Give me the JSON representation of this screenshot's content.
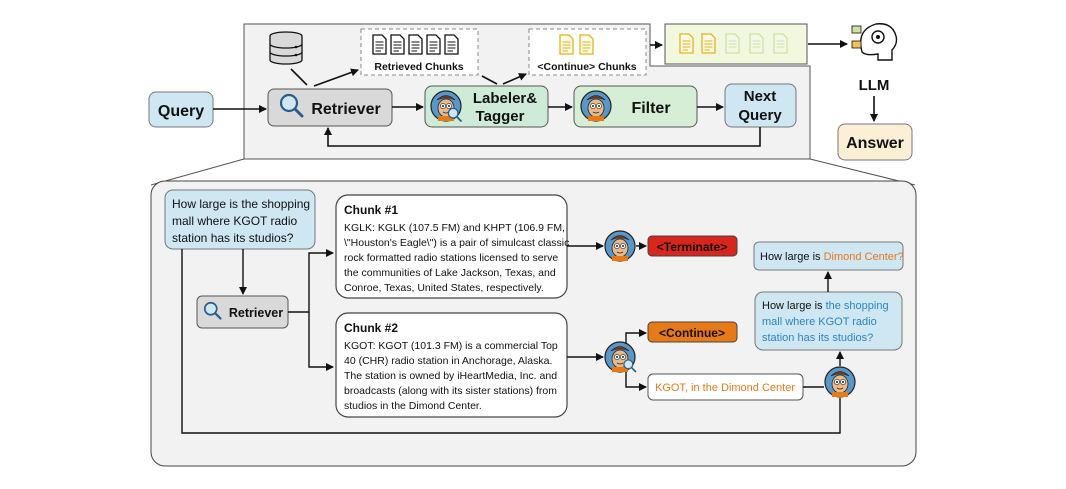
{
  "top": {
    "query": "Query",
    "retriever": "Retriever",
    "labeler_line1": "Labeler&",
    "labeler_line2": "Tagger",
    "filter": "Filter",
    "next_query_line1": "Next",
    "next_query_line2": "Query",
    "retrieved_chunks": "Retrieved Chunks",
    "continue_chunks": "<Continue> Chunks",
    "llm": "LLM",
    "answer": "Answer"
  },
  "bottom": {
    "question_lines": [
      "How large is the shopping",
      "mall where KGOT radio",
      "station has its studios?"
    ],
    "retriever": "Retriever",
    "chunk1": {
      "title": "Chunk #1",
      "lines": [
        "KGLK: KGLK (107.5 FM) and KHPT (106.9 FM,",
        "\\\"Houston's Eagle\\\") is a pair of simulcast classic",
        "rock formatted radio stations licensed to serve",
        "the communities of Lake Jackson, Texas, and",
        "Conroe, Texas, United States, respectively."
      ]
    },
    "chunk2": {
      "title": "Chunk #2",
      "lines": [
        "KGOT: KGOT (101.3 FM) is a commercial Top",
        "40 (CHR) radio station in Anchorage, Alaska.",
        "The station is owned by iHeartMedia, Inc. and",
        "broadcasts (along with its sister stations) from",
        "studios in the Dimond Center."
      ]
    },
    "terminate": "<Terminate>",
    "continue": "<Continue>",
    "kgot_note": "KGOT, in the Dimond Center",
    "final_q_prefix": "How large is ",
    "final_q_highlight": "Dimond Center?",
    "next_q_prefix": "How large is ",
    "next_q_highlight": "the shopping",
    "next_q_line2": "mall where KGOT radio",
    "next_q_line3": "station has its studios?"
  },
  "colors": {
    "query_fill": "#cfe6f3",
    "retriever_fill": "#d9d9d9",
    "labeler_fill": "#cdebd7",
    "filter_fill": "#d6eed5",
    "answer_fill": "#fbf0d6",
    "panel_fill": "#f2f2f2",
    "terminate_fill": "#d9261c",
    "continue_fill": "#e77a16",
    "orange_text": "#e77a16",
    "blue_text": "#2a86c5",
    "chunk_yellow": "#e3b21d",
    "chunk_green": "#cfe3a0"
  },
  "icons": [
    "database-icon",
    "document-icon",
    "magnifier-icon",
    "mascot-icon",
    "brain-gear-icon"
  ]
}
